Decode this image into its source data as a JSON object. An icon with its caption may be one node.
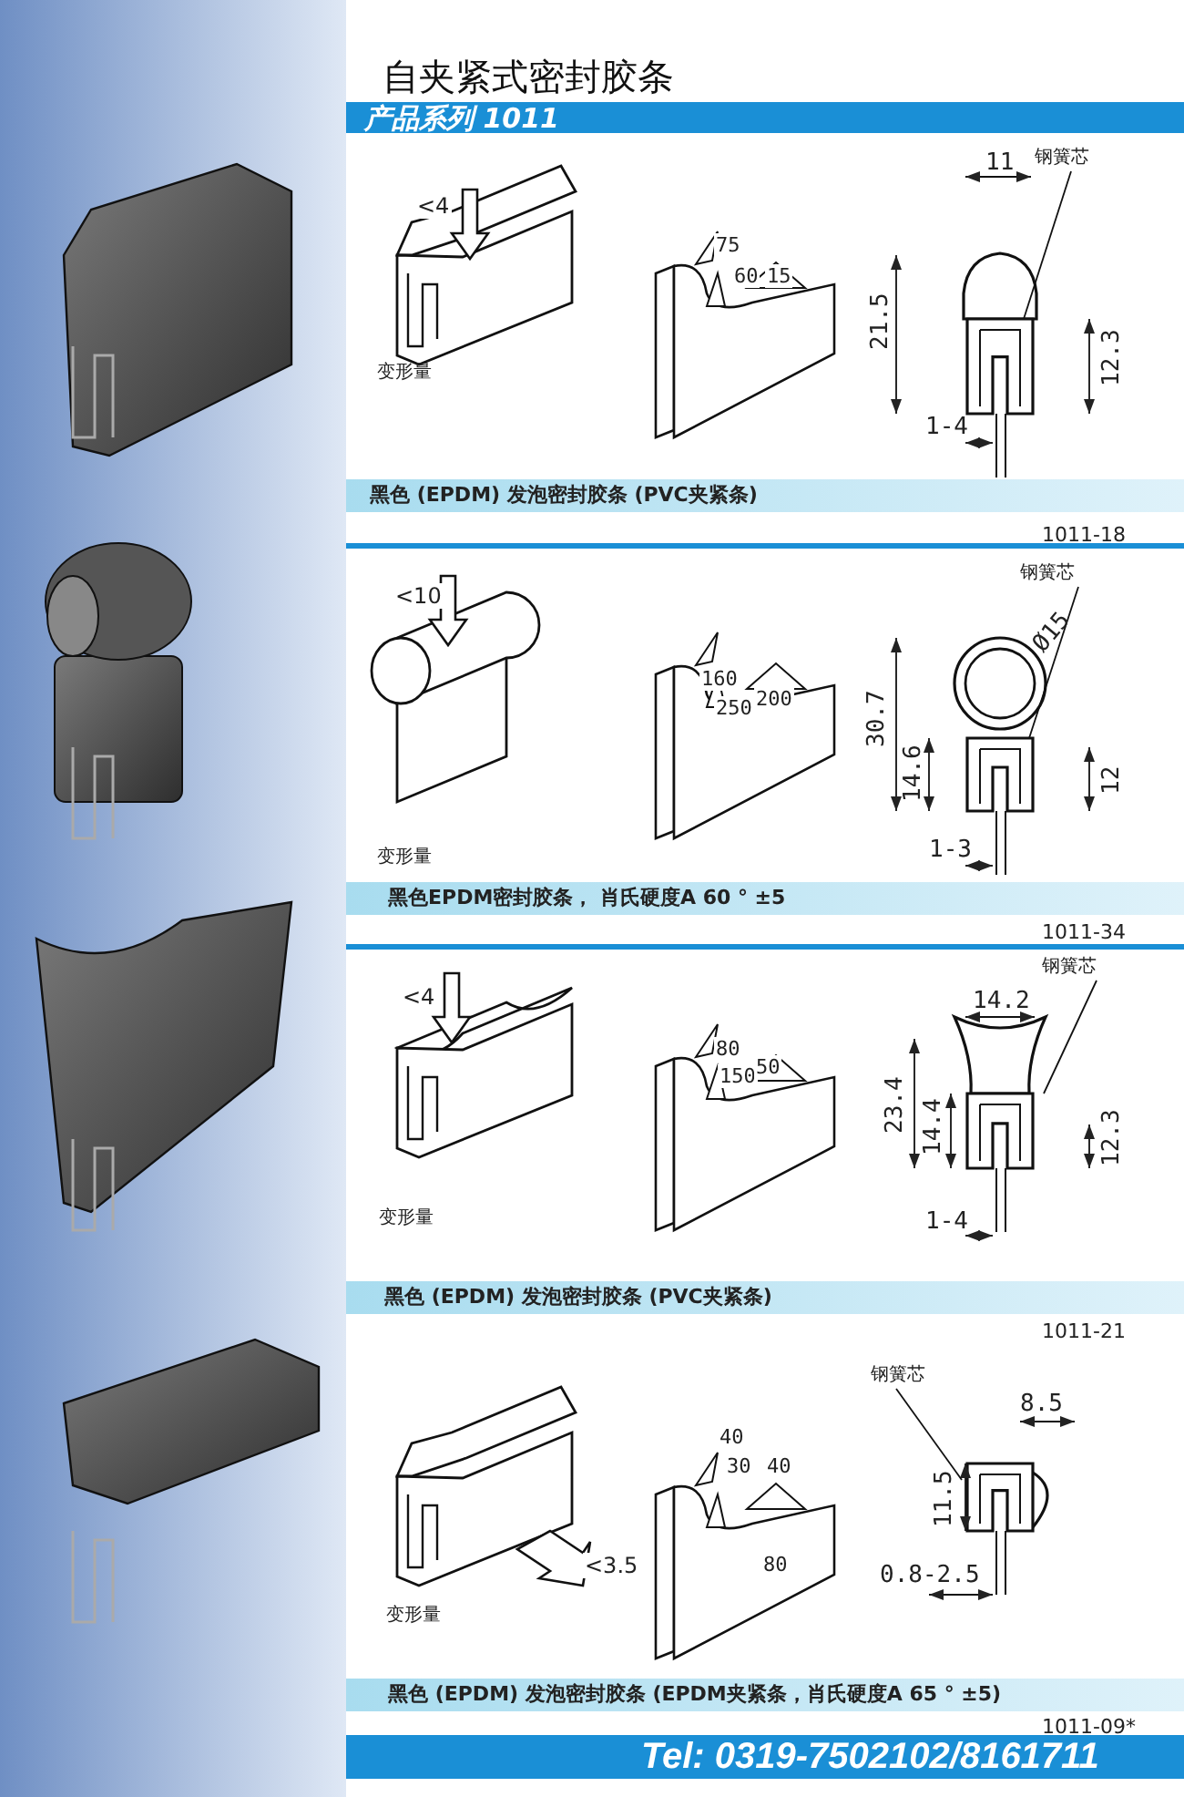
{
  "diagram": {
    "title": "自夹紧式密封胶条",
    "nodes": [
      {
        "text": [
          "钢簧芯"
        ]
      },
      {
        "text": [
          "钢簧芯"
        ]
      },
      {
        "text": [
          "钢簧芯"
        ]
      },
      {
        "text": [
          "钢簧芯"
        ]
      }
    ],
    "edges": [
      {
        "from": 0,
        "to": null,
        "arrow": "none"
      },
      {
        "from": 1,
        "to": null,
        "arrow": "none"
      },
      {
        "from": 2,
        "to": null,
        "arrow": "none"
      },
      {
        "from": 3,
        "to": null,
        "arrow": "none"
      }
    ],
    "labels": [
      "产品系列 1011",
      "<4",
      "变形量",
      "75",
      "60",
      "15",
      "11",
      "21.5",
      "12.3",
      "1-4",
      "黑色 (EPDM) 发泡密封胶条 (PVC夹紧条)",
      "1011-18",
      "<10",
      "变形量",
      "160",
      "250",
      "200",
      "Ø15",
      "30.7",
      "14.6",
      "12",
      "1-3",
      "黑色EPDM密封胶条， 肖氏硬度A 60 ° ±5",
      "1011-34",
      "<4",
      "变形量",
      "80",
      "150",
      "50",
      "14.2",
      "23.4",
      "14.4",
      "12.3",
      "1-4",
      "黑色 (EPDM) 发泡密封胶条 (PVC夹紧条)",
      "1011-21",
      "<3.5",
      "变形量",
      "40",
      "30",
      "40",
      "80",
      "8.5",
      "11.5",
      "0.8-2.5",
      "黑色 (EPDM) 发泡密封胶条 (EPDM夹紧条，肖氏硬度A 65 ° ±5)",
      "1011-09*",
      "Tel: 0319-7502102/8161711"
    ]
  }
}
